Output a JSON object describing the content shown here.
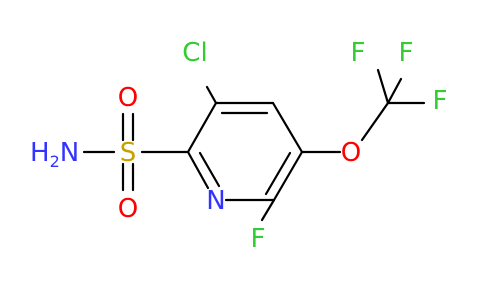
{
  "structure": {
    "atoms": {
      "sulfonamide_n": "H",
      "sulfonamide_n_count": "2",
      "sulfonamide_n_tail": "N",
      "sulfur": "S",
      "sulfonyl_o_top": "O",
      "sulfonyl_o_bottom": "O",
      "ring_n": "N",
      "chlorine": "Cl",
      "ring_f": "F",
      "ether_o": "O",
      "cf3_f_left": "F",
      "cf3_f_top": "F",
      "cf3_f_right": "F"
    },
    "colors": {
      "carbon_bonds": "#000000",
      "nitrogen": "#3333ff",
      "oxygen": "#ff0000",
      "sulfur": "#c8a000",
      "halogen": "#33cc33"
    }
  }
}
